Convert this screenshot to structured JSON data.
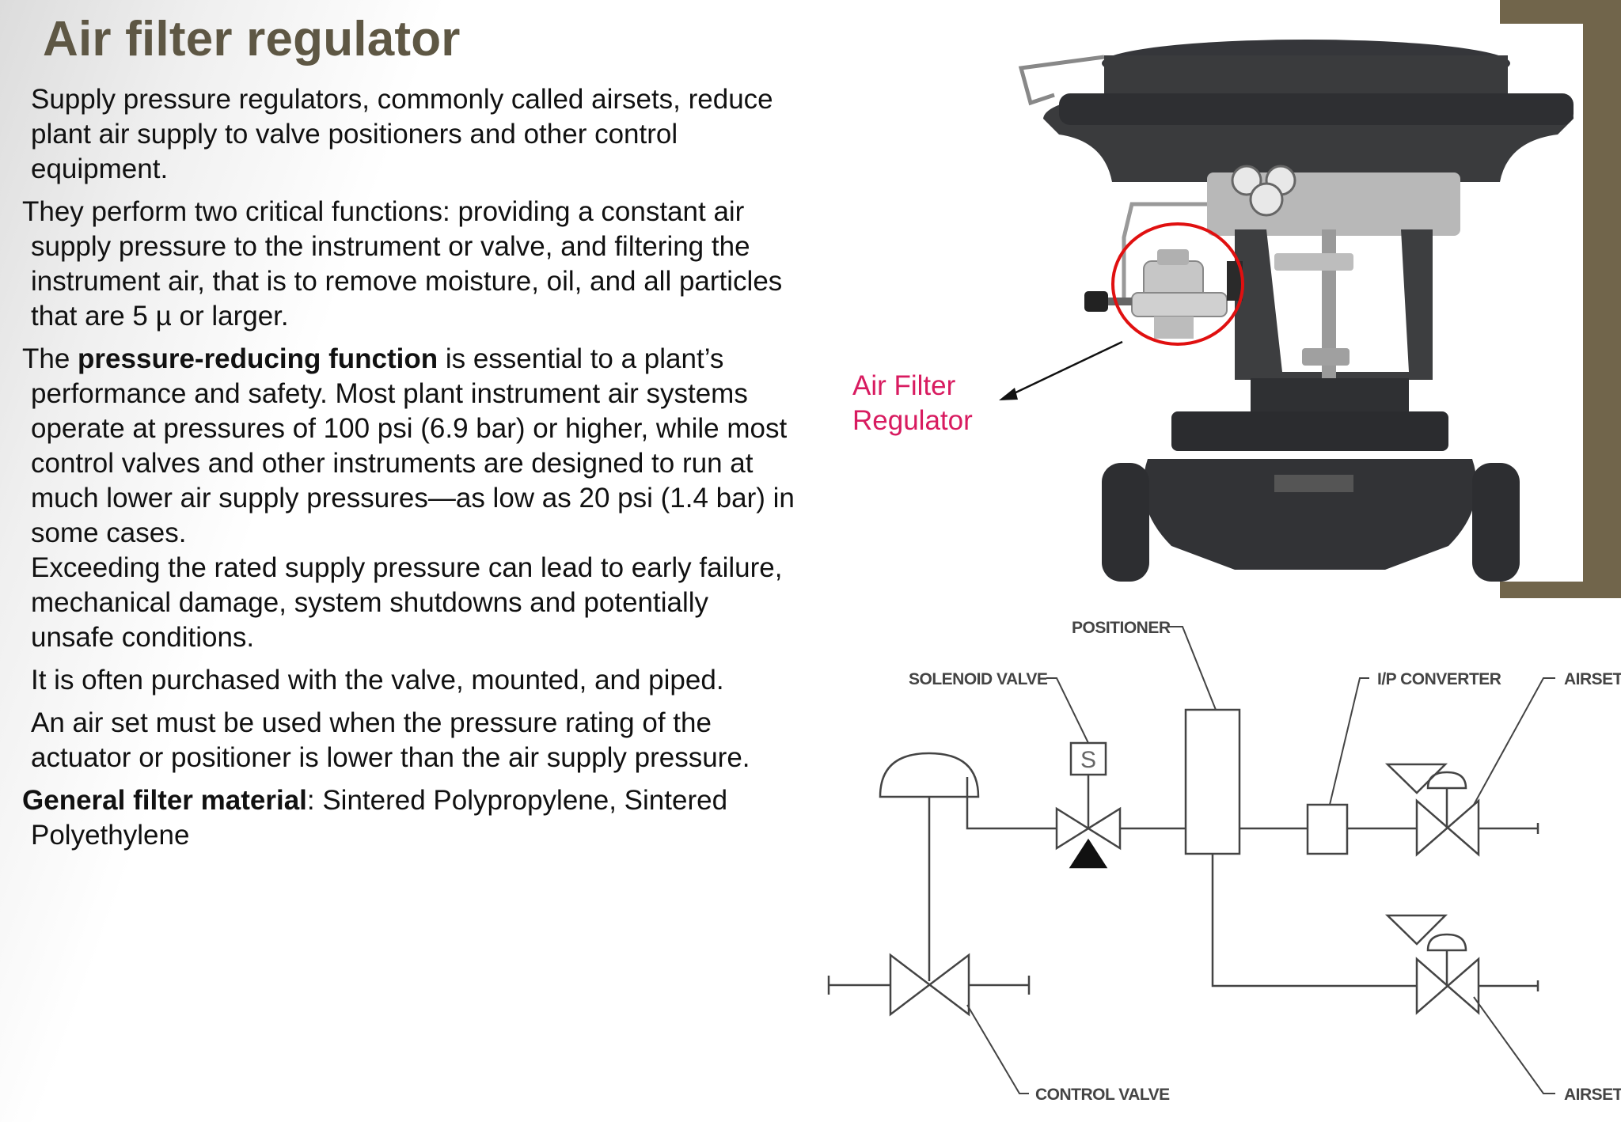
{
  "slide": {
    "title": "Air filter regulator",
    "paragraphs": [
      {
        "id": "p1",
        "text": "Supply pressure regulators, commonly called airsets, reduce plant air supply to valve positioners and other control equipment."
      },
      {
        "id": "p2",
        "text": "They perform two critical functions: providing a constant air supply pressure to the instrument or valve, and filtering the instrument air, that is to remove moisture, oil, and all particles that are 5 µ or larger."
      },
      {
        "id": "p3",
        "lead": "The ",
        "bold": "pressure-reducing function",
        "rest": " is essential to a plant’s performance and safety. Most plant instrument air systems operate at pressures of 100 psi (6.9 bar) or higher, while most control valves and other instruments are designed to run at much lower air supply pressures—as low as 20 psi (1.4 bar) in some cases."
      },
      {
        "id": "p4",
        "text": "Exceeding the rated supply pressure can lead to early failure, mechanical damage, system shutdowns and potentially unsafe conditions."
      },
      {
        "id": "p5",
        "text": "It is often purchased with the valve, mounted, and piped."
      },
      {
        "id": "p6",
        "text": "An air set must be used when the pressure rating of the actuator or positioner is lower than the air supply pressure."
      },
      {
        "id": "p7",
        "bold": "General filter material",
        "rest": ": Sintered Polypropylene, Sintered Polyethylene"
      }
    ]
  },
  "photo_callout": {
    "line1": "Air Filter",
    "line2": "Regulator",
    "color": "#d81b60",
    "circle_color": "#e01010"
  },
  "diagram": {
    "labels": {
      "positioner": "POSITIONER",
      "solenoid_valve": "SOLENOID VALVE",
      "ip_converter": "I/P CONVERTER",
      "airset_top": "AIRSET",
      "airset_bottom": "AIRSET",
      "control_valve": "CONTROL VALVE",
      "solenoid_symbol": "S"
    }
  },
  "colors": {
    "title": "#5e5744",
    "side_band": "#71654b",
    "actuator": "#3a3b3d"
  }
}
